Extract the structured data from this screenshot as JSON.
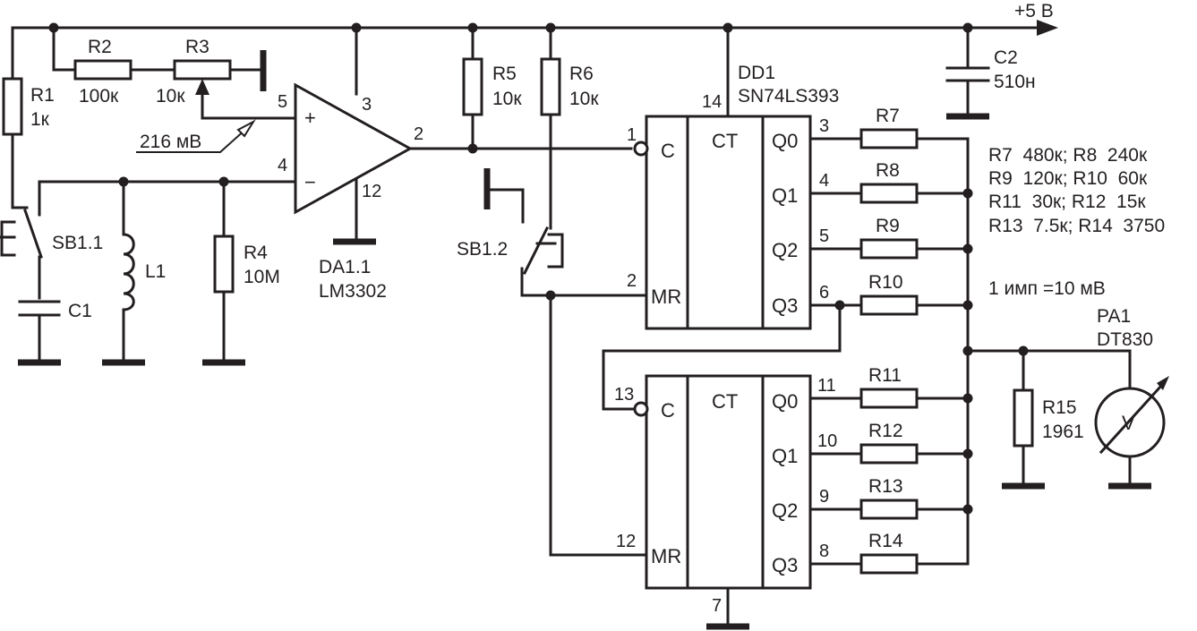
{
  "supply": "+5 В",
  "parts": {
    "R1": {
      "name": "R1",
      "value": "1к"
    },
    "R2": {
      "name": "R2",
      "value": "100к"
    },
    "R3": {
      "name": "R3",
      "value": "10к"
    },
    "R4": {
      "name": "R4",
      "value": "10M"
    },
    "R5": {
      "name": "R5",
      "value": "10к"
    },
    "R6": {
      "name": "R6",
      "value": "10к"
    },
    "R7": "R7",
    "R8": "R8",
    "R9": "R9",
    "R10": "R10",
    "R11": "R11",
    "R12": "R12",
    "R13": "R13",
    "R14": "R14",
    "R15": {
      "name": "R15",
      "value": "1961"
    },
    "C1": "C1",
    "C2": {
      "name": "C2",
      "value": "510н"
    },
    "L1": "L1",
    "SB11": "SB1.1",
    "SB12": "SB1.2",
    "DA1": {
      "name": "DA1.1",
      "type": "LM3302"
    },
    "DD1": {
      "name": "DD1",
      "type": "SN74LS393"
    },
    "PA1": {
      "name": "PA1",
      "type": "DT830"
    }
  },
  "annotations": {
    "vref": "216 мВ",
    "values_line1": "R7  480к; R8  240к",
    "values_line2": "R9  120к; R10  60к",
    "values_line3": "R11  30к; R12  15к",
    "values_line4": "R13  7.5к; R14  3750",
    "scale": "1 имп =10 мВ"
  },
  "opamp": {
    "plus": "+",
    "minus": "−",
    "pin5": "5",
    "pin4": "4",
    "pin3": "3",
    "pin12": "12",
    "pin2": "2"
  },
  "counter1": {
    "clock": "C",
    "ct": "CT",
    "mr": "MR",
    "outputs": [
      "Q0",
      "Q1",
      "Q2",
      "Q3"
    ],
    "pin_clock": "1",
    "pin_mr": "2",
    "pin_vcc": "14",
    "out_pins": [
      "3",
      "4",
      "5",
      "6"
    ]
  },
  "counter2": {
    "clock": "C",
    "ct": "CT",
    "mr": "MR",
    "outputs": [
      "Q0",
      "Q1",
      "Q2",
      "Q3"
    ],
    "pin_clock": "13",
    "pin_mr": "12",
    "pin_gnd": "7",
    "out_pins": [
      "11",
      "10",
      "9",
      "8"
    ]
  },
  "meter_symbol": "V"
}
